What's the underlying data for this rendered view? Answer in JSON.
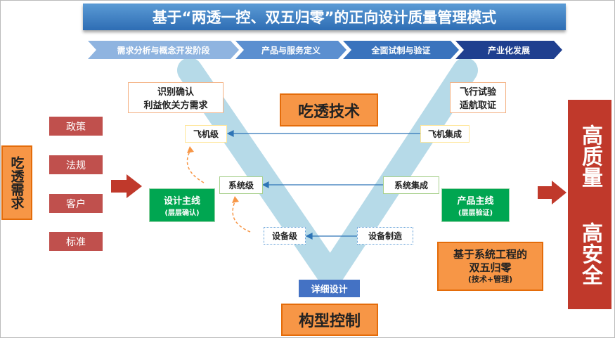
{
  "title": "基于“两透一控、双五归零”的正向设计质量管理模式",
  "stages": [
    "需求分析与概念开发阶段",
    "产品与服务定义",
    "全面试制与验证",
    "产业化发展"
  ],
  "left_label": "吃透需求",
  "inputs": [
    "政策",
    "法规",
    "客户",
    "标准"
  ],
  "stakeholder": {
    "line1": "识别确认",
    "line2": "利益攸关方需求"
  },
  "tech": "吃透技术",
  "flight": {
    "line1": "飞行试验",
    "line2": "适航取证"
  },
  "levels": {
    "aircraft": "飞机级",
    "system": "系统级",
    "equipment": "设备级"
  },
  "integration": {
    "aircraft": "飞机集成",
    "system": "系统集成",
    "equipment": "设备制造"
  },
  "design_line": {
    "title": "设计主线",
    "sub": "(层层确认)"
  },
  "product_line": {
    "title": "产品主线",
    "sub": "(层层验证)"
  },
  "detail": "详细设计",
  "config": "构型控制",
  "zero": {
    "line1": "基于系统工程的",
    "line2": "双五归零",
    "line3": "(技术+管理)"
  },
  "result": {
    "line1": "高质量",
    "line2": "高安全"
  },
  "colors": {
    "title": "#2e6db4",
    "red": "#c0504d",
    "orange": "#f79646",
    "green": "#00a651",
    "v_band": "#a9d4e4"
  }
}
